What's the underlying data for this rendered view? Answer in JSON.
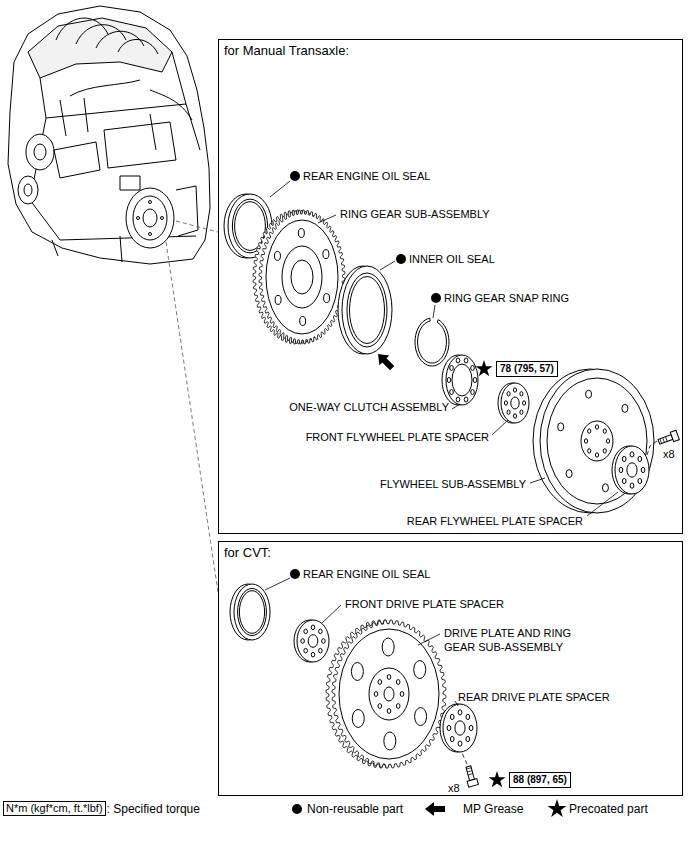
{
  "diagram": {
    "nodes": [
      {
        "text": [
          "for Manual Transaxle:"
        ]
      },
      {
        "text": [
          "for CVT:"
        ]
      }
    ],
    "labels": [
      "REAR ENGINE OIL SEAL",
      "RING GEAR SUB-ASSEMBLY",
      "INNER OIL SEAL",
      "RING GEAR SNAP RING",
      "78 (795, 57)",
      "x8",
      "ONE-WAY CLUTCH ASSEMBLY",
      "FRONT FLYWHEEL PLATE SPACER",
      "FLYWHEEL SUB-ASSEMBLY",
      "REAR FLYWHEEL PLATE SPACER",
      "REAR ENGINE OIL SEAL",
      "FRONT DRIVE PLATE SPACER",
      "DRIVE PLATE AND RING GEAR SUB-ASSEMBLY",
      "REAR DRIVE PLATE SPACER",
      "x8",
      "88 (897, 65)",
      "N*m (kgf*cm, ft.*lbf)"
    ],
    "legend": [
      {
        "text": ": Specified torque"
      },
      {
        "text": "Non-reusable part"
      },
      {
        "text": "MP Grease"
      },
      {
        "text": "Precoated part"
      }
    ]
  }
}
